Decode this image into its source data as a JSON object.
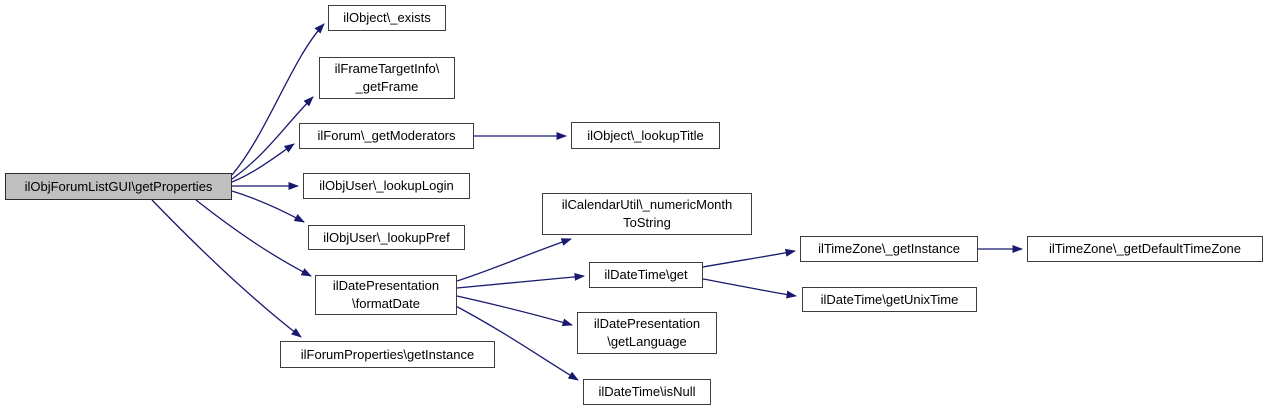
{
  "diagram": {
    "type": "call-graph",
    "description": "Doxygen-style call graph for ilObjForumListGUI\\getProperties",
    "colors": {
      "edge": "#191970",
      "node_border": "#3d3d3d",
      "node_fill": "#ffffff",
      "root_fill": "#bfbfbf",
      "background": "#ffffff"
    },
    "nodes": [
      {
        "id": "root",
        "label": "ilObjForumListGUI\\getProperties"
      },
      {
        "id": "exists",
        "label": "ilObject\\_exists"
      },
      {
        "id": "getframe",
        "label": "ilFrameTargetInfo\\\n_getFrame"
      },
      {
        "id": "getmoderators",
        "label": "ilForum\\_getModerators"
      },
      {
        "id": "lookuptitle",
        "label": "ilObject\\_lookupTitle"
      },
      {
        "id": "lookuplogin",
        "label": "ilObjUser\\_lookupLogin"
      },
      {
        "id": "lookuppref",
        "label": "ilObjUser\\_lookupPref"
      },
      {
        "id": "formatdate",
        "label": "ilDatePresentation\n\\formatDate"
      },
      {
        "id": "forumprops",
        "label": "ilForumProperties\\getInstance"
      },
      {
        "id": "numericmonth",
        "label": "ilCalendarUtil\\_numericMonth\nToString"
      },
      {
        "id": "datetimeget",
        "label": "ilDateTime\\get"
      },
      {
        "id": "getlanguage",
        "label": "ilDatePresentation\n\\getLanguage"
      },
      {
        "id": "isnull",
        "label": "ilDateTime\\isNull"
      },
      {
        "id": "tzgetinstance",
        "label": "ilTimeZone\\_getInstance"
      },
      {
        "id": "getunixtime",
        "label": "ilDateTime\\getUnixTime"
      },
      {
        "id": "defaulttimezone",
        "label": "ilTimeZone\\_getDefaultTimeZone"
      }
    ],
    "edges": [
      [
        "root",
        "exists"
      ],
      [
        "root",
        "getframe"
      ],
      [
        "root",
        "getmoderators"
      ],
      [
        "root",
        "lookuplogin"
      ],
      [
        "root",
        "lookuppref"
      ],
      [
        "root",
        "formatdate"
      ],
      [
        "root",
        "forumprops"
      ],
      [
        "getmoderators",
        "lookuptitle"
      ],
      [
        "formatdate",
        "numericmonth"
      ],
      [
        "formatdate",
        "datetimeget"
      ],
      [
        "formatdate",
        "getlanguage"
      ],
      [
        "formatdate",
        "isnull"
      ],
      [
        "datetimeget",
        "tzgetinstance"
      ],
      [
        "datetimeget",
        "getunixtime"
      ],
      [
        "tzgetinstance",
        "defaulttimezone"
      ]
    ]
  }
}
